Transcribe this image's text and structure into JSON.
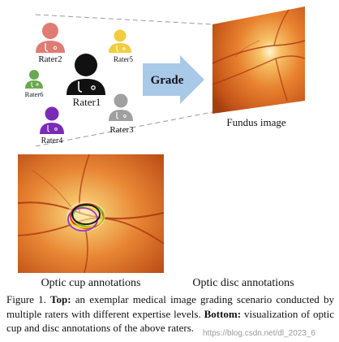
{
  "top": {
    "raters": [
      {
        "label": "Rater1",
        "color": "#111111"
      },
      {
        "label": "Rater2",
        "color": "#e07b74"
      },
      {
        "label": "Rater3",
        "color": "#a0a0a0"
      },
      {
        "label": "Rater4",
        "color": "#7a2bb5"
      },
      {
        "label": "Rater5",
        "color": "#f2cc3d"
      },
      {
        "label": "Rater6",
        "color": "#6aa84f"
      }
    ],
    "grade_label": "Grade",
    "fundus_label": "Fundus image"
  },
  "bottom": {
    "cup_label": "Optic cup annotations",
    "disc_label": "Optic disc annotations"
  },
  "caption": {
    "prefix": "Figure 1. ",
    "top_bold": "Top:",
    "top_text": " an exemplar medical image grading scenario conducted by multiple raters with different expertise levels. ",
    "bottom_bold": "Bottom:",
    "bottom_text": " visualization of optic cup and disc annotations of the above raters."
  },
  "watermark": "https://blog.csdn.net/dl_2023_6",
  "colors": {
    "arrow": "#a9c9e8",
    "annotation_red": "#e52420",
    "annotation_green": "#5cbf2a",
    "annotation_yellow": "#f4d218",
    "annotation_purple": "#8a3dd1",
    "annotation_black": "#111111"
  }
}
